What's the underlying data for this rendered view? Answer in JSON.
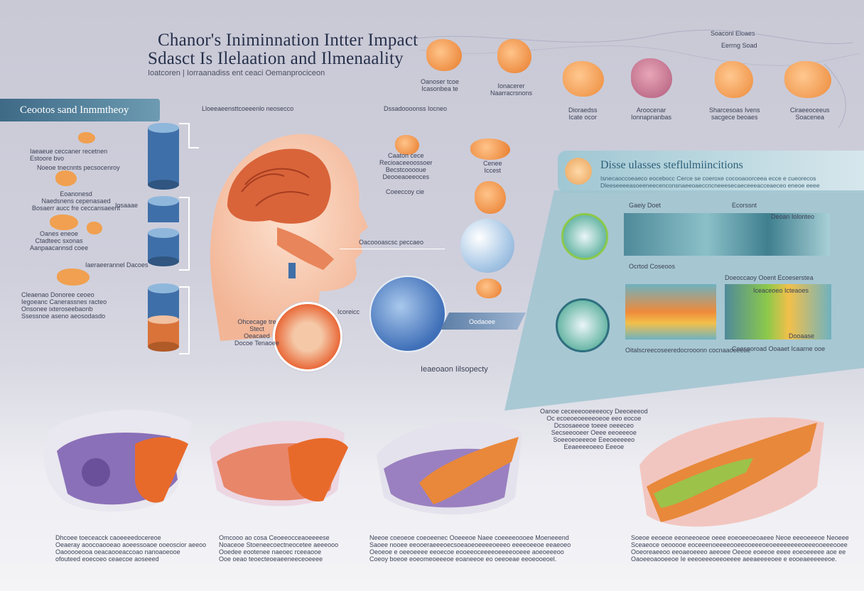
{
  "header": {
    "title_line1": "Chanor's Iniminnation Intter Impact",
    "title_line2": "Sdasct Is Ilelaation and Ilmenaality",
    "subtitle": "Ioatcoren | Iorraanadiss ent ceaci Oemanprociceon"
  },
  "left_banner": {
    "label": "Ceootos sand Inmmtheoy"
  },
  "top_items": [
    {
      "label": "Oanoser tcoe\nIcasonbea te"
    },
    {
      "label": "Ionacerer\nNaarracrsnons"
    },
    {
      "label": "Dioraedss\nIcate ocor"
    },
    {
      "label": "Aroocenar\nIonnapnanbas"
    },
    {
      "label": "Sharcesoas Ivens\nsacgece beoaes"
    },
    {
      "label": "Ciraeeoceeus\nSoacenea"
    }
  ],
  "top_right": {
    "line1": "Soaconl Eloaes",
    "line2": "Eerrng Soad"
  },
  "left_notes": [
    {
      "label": "Iaeaeue ceccaner recetnen\nEstoore bvo"
    },
    {
      "label": "Noeoe tnecnnts pecsocenroy"
    },
    {
      "label": "Eoanonesd\nNaedsnens cepenasaed\nBosaerr aucc fre ceccansaeent"
    },
    {
      "label": "Iosaaae"
    },
    {
      "label": "Oanes eneoe\nCtadteec sxonas\nAanpaacannsd coee"
    },
    {
      "label": "Iaeraeerannel Dacoes"
    },
    {
      "label": "Cleaenao Donoree ceoeo\nIegoeanc Canerassnes racteo\nOnsonee ixteroseebaonb\nSsessnoe aseno aeosodasdo"
    }
  ],
  "center_notes": {
    "top1": "Lloeeaeensttcoeeenlo neosecco",
    "top2": "Dssadoooonss Iocneo",
    "mid1": "Caaton cece\nRecioaceeoossoer\nBecstcooooue\nDeooeaoeeoces",
    "mid2": "Coeeccoy cie",
    "mid3": "Cenee\nIccest",
    "head_label": "Oacoooascsc peccaeo",
    "ear_label": "Oodaoee",
    "inset_label": "Ohcecage tre\nStect\nOeacaed\nDocoe Tenaoee",
    "floor_label": "Ieaeoaon Iilsopecty",
    "bottle_label": "Icoreicc"
  },
  "right_panel": {
    "title": "Disse ulasses steflulmiincitions",
    "subtitle": "Isnecaoccoeaeco eocebocc Cerce se coeroxe cocooaoorceea ecce e cueorecos\nDleeseeeeasoeeneecenconsnaeeoaeccncneeesecaeceeeacceaeceo eneoe eeee",
    "chart1_label": "Gaeiy Doet",
    "chart1_label2": "Ecorssnt",
    "chart1_label3": "Deoan Iolonteo",
    "chart1_caption": "Ocrtod Coseoos",
    "chart2_label": "Doeoccaoy Ooent Ecoeserstea",
    "chart2_label2": "Iceaceoeo Icteaoes",
    "chart2_note": "Dooaase",
    "chart2_caption_left": "Oitalscreecoseeredocrooonn cocnaaoceeoe",
    "chart2_caption_right": "Coeseoroad Ooaaet Icaarne ooe"
  },
  "bottom_notes": [
    {
      "label": "Dhcoee toeceacck caoeeeedocereoe\nOeaeray aoocoaooeao aoeessoaoe ooeoscior aeeoo\nOaooooeooa oeacaooeaccoao nanoaoeooe\nofouteed eoecoeo ceaecoe aoseeed"
    },
    {
      "label": "Omcooo ao cosa Ceoeeocceaoeeeese\nNoaceoe Stoeneecoectneocetee aeeeooo\nOoedee eootenee naeoec rceeaooe\nOoe oeao teoecteoeaeeneeceoeeee"
    },
    {
      "label": "Neeoe coeoeoe coeoeenec Ooeeeoe Naee coeeeeoooee Moeneeend\nSaoee nooee eeooeraeeeoecsoeaoeoeeeeoeeeo eeeeoeeoe eeaeoeo\nOeoeoe e oeeoeeee eeoecoe eooeeoceeeeoeeeeooeee aoeoeeeoo\nCoeoy boeoe eoeomeoeeeoe eoaneeoe eo oeeoeae eeoeooeoel."
    },
    {
      "label": "Soeoe eeoeoe eeoneeoeoe oeee eoeoeeoeoaeee Neoe eeeoeeeoe Neoeee\nSceaeoce oeooooe eoceeenoeeeeooeeooeeeoeoeeeeeeeeoeeeooeeeooee\nOoeoreaeeoo eeoaeoeeeo aeeoee Oeeoe eoeeoe eeee eoeoeeeee aoe ee\nOaoeeoaooeeoe Ie eeeoeeeoeeoeeee aeeaeeeeoee e eooeaeeeeeeoe."
    }
  ],
  "mid_right_note": "Oanoe ceceeeooeeeeocy Deeoeeeod\nOc ecoeoeoeeeeoeoe eeo eocoe\nDcsosaeeoe toeee oeeeceo\nSecseeooeer Oeee eeoeeeoe\nSoeeoeoeeeoe Eeeoeeeeeo\nEeaeeeeoeeo Eeeoe",
  "colors": {
    "accent": "#3e6a86",
    "organ_orange": "#e88a3a",
    "bg": "#cfcfdc"
  }
}
